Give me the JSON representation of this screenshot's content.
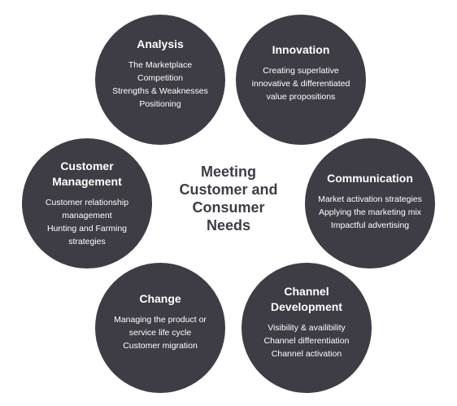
{
  "center_title": [
    "Meeting",
    "Customer and",
    "Consumer",
    "Needs"
  ],
  "circles": {
    "analysis": {
      "title": [
        "Analysis"
      ],
      "lines": [
        "The Marketplace",
        "Competition",
        "Strengths & Weaknesses",
        "Positioning"
      ]
    },
    "innovation": {
      "title": [
        "Innovation"
      ],
      "lines": [
        "Creating superlative",
        "innovative & differentiated",
        "value propositions"
      ]
    },
    "customer_management": {
      "title": [
        "Customer",
        "Management"
      ],
      "lines": [
        "Customer relationship",
        "management",
        "Hunting and Farming",
        "strategies"
      ]
    },
    "communication": {
      "title": [
        "Communication"
      ],
      "lines": [
        "Market activation strategies",
        "Applying the marketing mix",
        "Impactful advertising"
      ]
    },
    "change": {
      "title": [
        "Change"
      ],
      "lines": [
        "Managing the product or",
        "service life cycle",
        "Customer migration"
      ]
    },
    "channel_development": {
      "title": [
        "Channel",
        "Development"
      ],
      "lines": [
        "Visibility & availibility",
        "Channel differentiation",
        "Channel activation"
      ]
    }
  },
  "colors": {
    "circle_fill": "#3e3d46",
    "circle_text": "#ffffff",
    "center_text": "#3e3d46"
  }
}
